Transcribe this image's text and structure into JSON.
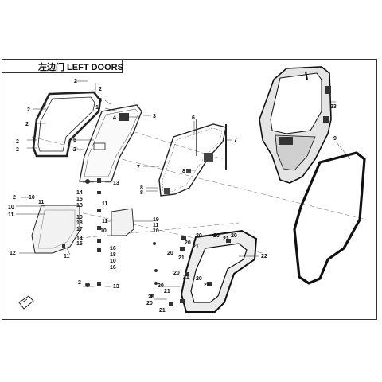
{
  "title": "左边门 LEFT DOORS",
  "callouts": {
    "c1": "1",
    "c2": "2",
    "c3": "3",
    "c4": "4",
    "c5": "5",
    "c6": "6",
    "c7": "7",
    "c8": "8",
    "c9": "9",
    "c10": "10",
    "c11": "11",
    "c12": "12",
    "c13": "13",
    "c14": "14",
    "c15": "15",
    "c16": "16",
    "c17": "17",
    "c18": "18",
    "c19": "19",
    "c20": "20",
    "c21": "21",
    "c22": "22",
    "c23": "23"
  }
}
